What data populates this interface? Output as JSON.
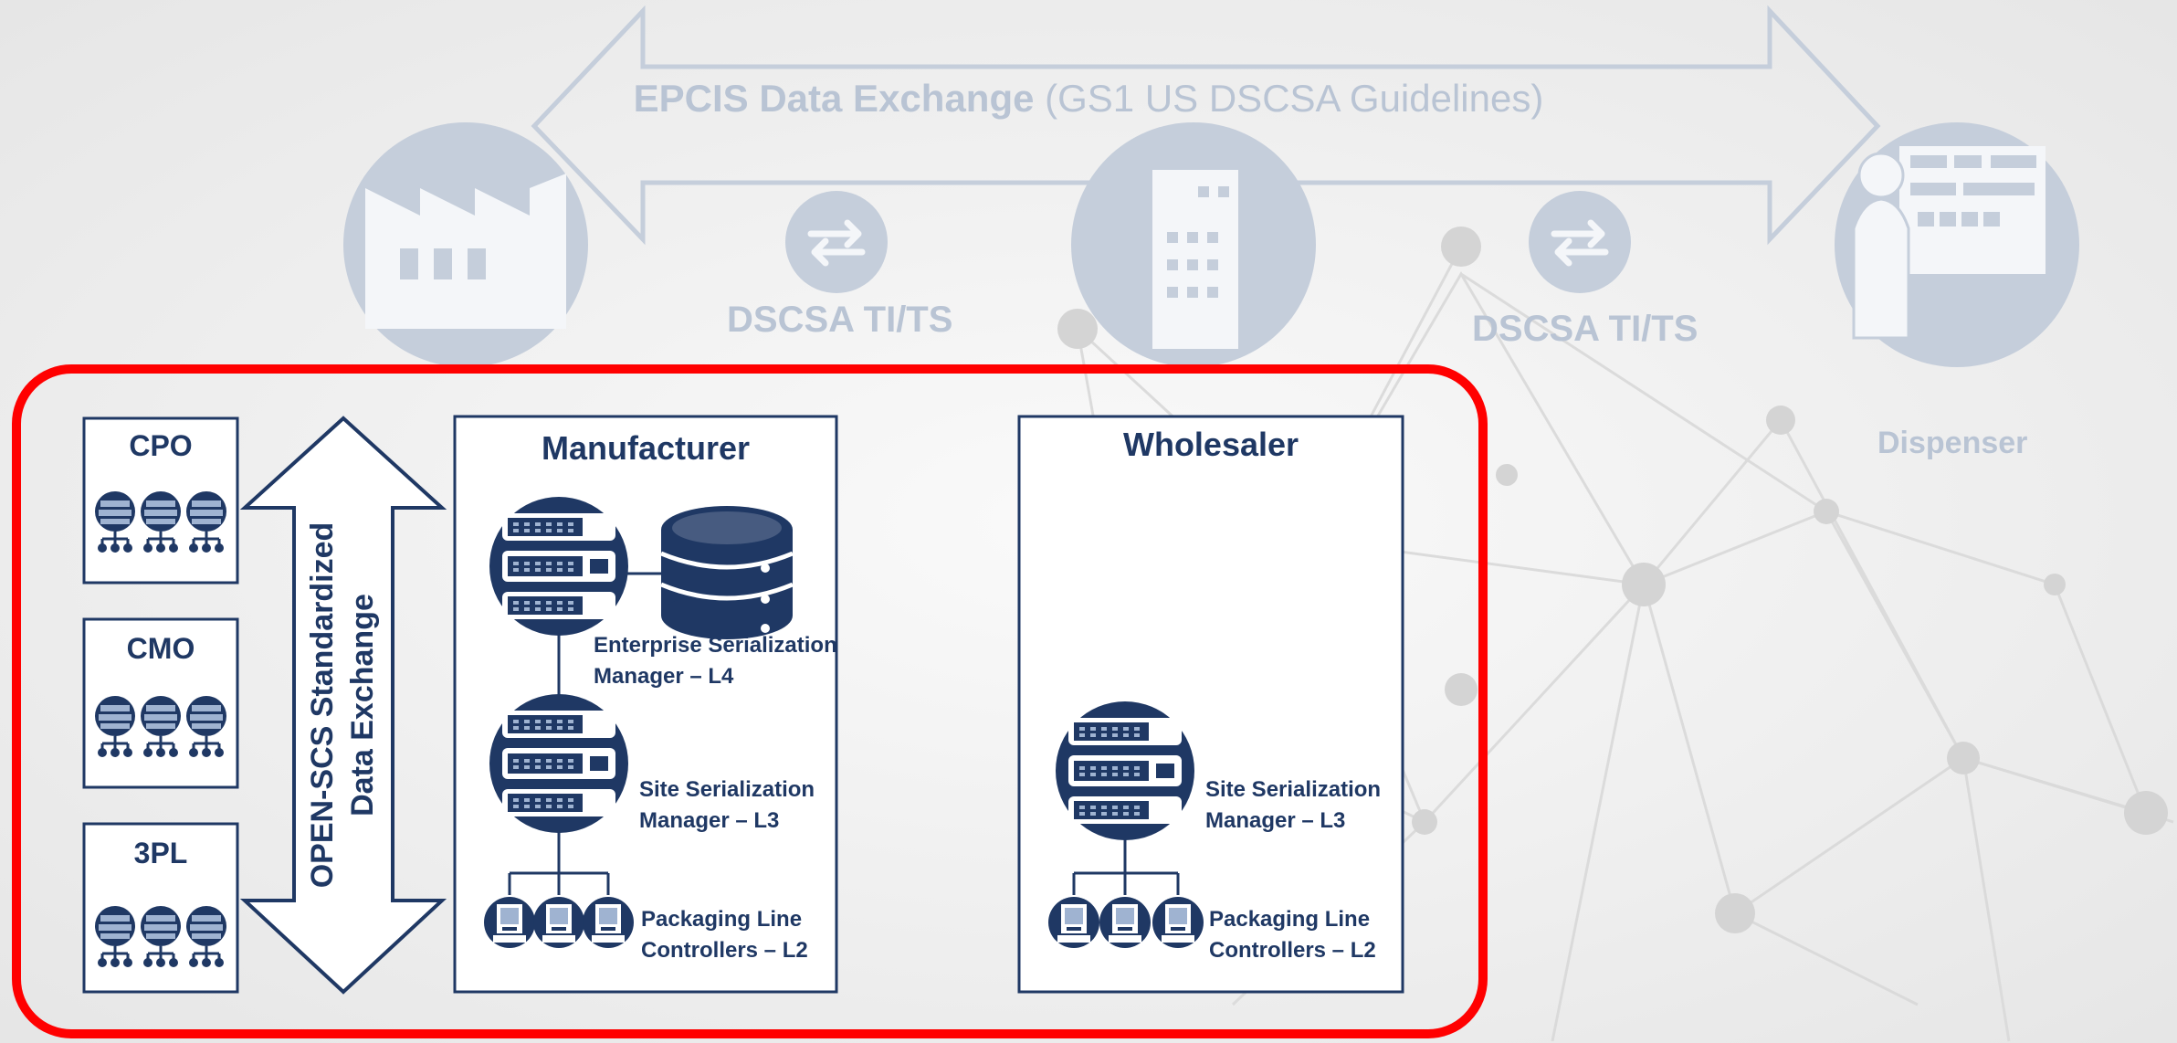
{
  "exchange": {
    "title_bold": "EPCIS Data Exchange",
    "title_light": "(GS1 US DSCSA Guidelines)"
  },
  "ti_label_1": "DSCSA TI/TS",
  "ti_label_2": "DSCSA TI/TS",
  "dispenser_label": "Dispenser",
  "partners": [
    {
      "label": "CPO"
    },
    {
      "label": "CMO"
    },
    {
      "label": "3PL"
    }
  ],
  "open_scs": {
    "line1": "OPEN-SCS Standardized",
    "line2": "Data Exchange"
  },
  "manufacturer": {
    "title": "Manufacturer",
    "l4_line1": "Enterprise Serialization",
    "l4_line2": "Manager – L4",
    "l3_line1": "Site Serialization",
    "l3_line2": "Manager – L3",
    "l2_line1": "Packaging Line",
    "l2_line2": "Controllers – L2"
  },
  "wholesaler": {
    "title": "Wholesaler",
    "l3_line1": "Site Serialization",
    "l3_line2": "Manager – L3",
    "l2_line1": "Packaging Line",
    "l2_line2": "Controllers – L2"
  },
  "colors": {
    "navy": "#1f3864",
    "faded": "#b9c4d4",
    "highlight": "#ff0000",
    "background": "#f0f0f0"
  },
  "icons": [
    "factory-icon",
    "building-icon",
    "pharmacist-icon",
    "exchange-arrows-icon",
    "server-rack-icon",
    "database-icon",
    "line-controller-icon",
    "network-globe-icon"
  ]
}
